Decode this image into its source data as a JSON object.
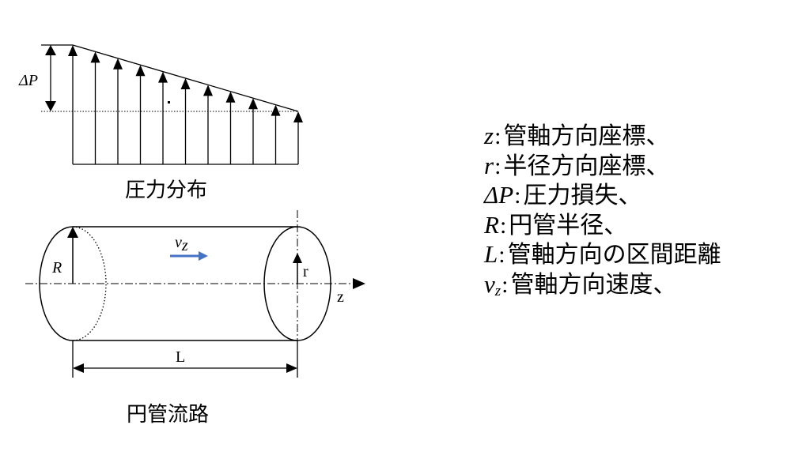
{
  "diagram": {
    "pressure_caption": "圧力分布",
    "pipe_caption": "円管流路",
    "labels": {
      "delta_p": "ΔP",
      "radius_outer": "R",
      "radius_inner": "r",
      "velocity": "v",
      "velocity_sub": "z",
      "z_axis": "z",
      "length": "L"
    },
    "arrow_color": "#4472c4"
  },
  "legend": [
    {
      "symbol": "z",
      "sub": "",
      "description": "管軸方向座標、"
    },
    {
      "symbol": "r",
      "sub": "",
      "description": "半径方向座標、"
    },
    {
      "symbol": "ΔP",
      "sub": "",
      "description": "圧力損失、"
    },
    {
      "symbol": "R",
      "sub": "",
      "description": "円管半径、"
    },
    {
      "symbol": "L",
      "sub": "",
      "description": "管軸方向の区間距離"
    },
    {
      "symbol": "v",
      "sub": "z",
      "description": "管軸方向速度、"
    }
  ],
  "legend_separator": ":"
}
